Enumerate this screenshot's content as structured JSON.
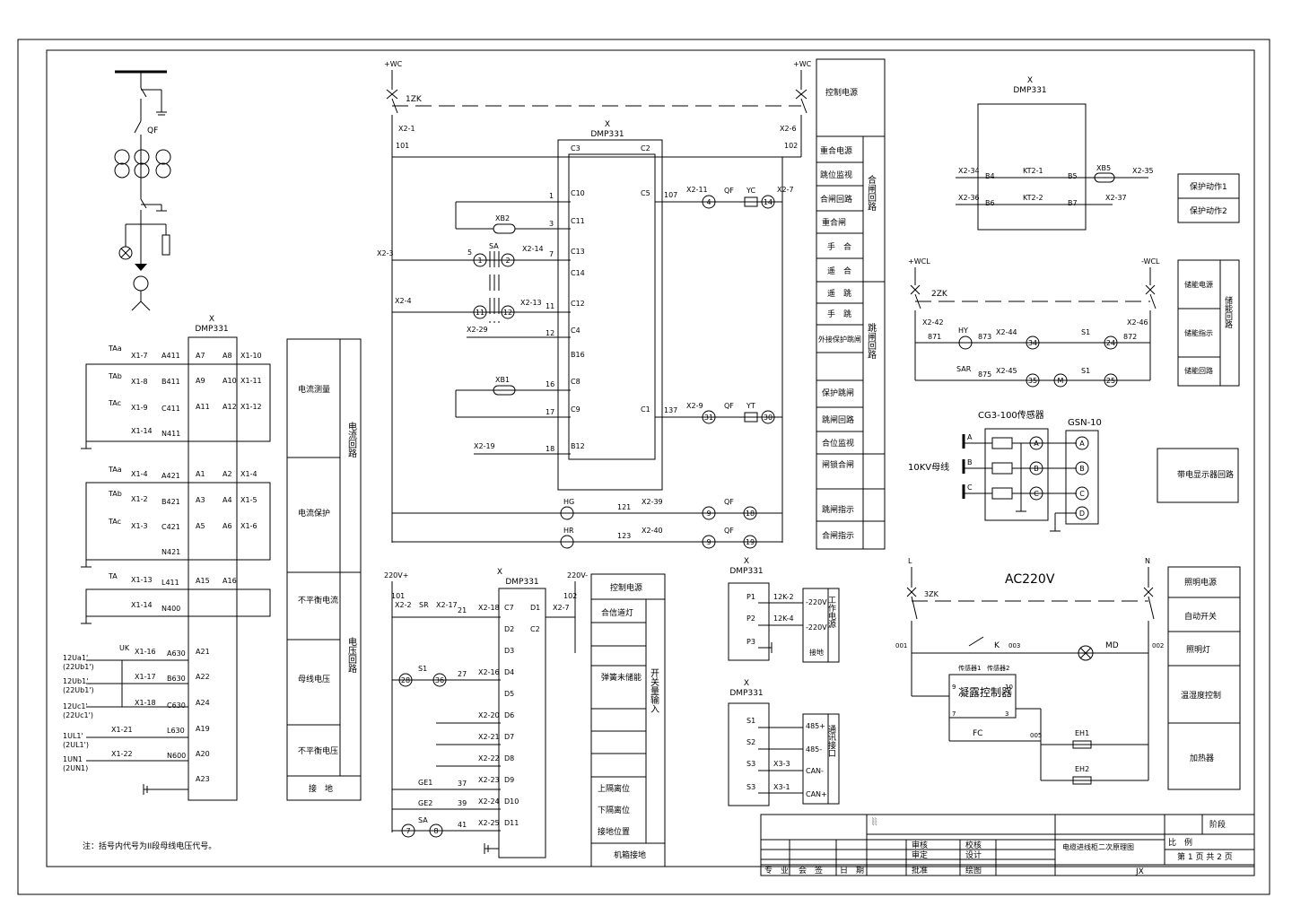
{
  "device": "DMP331",
  "device_prefix": "X",
  "control_panel": {
    "top_left_bus": "+WC",
    "top_right_bus": "+WC",
    "breaker": "1ZK",
    "term_left": "X2-1",
    "term_right": "X2-6",
    "node_left": "101",
    "node_right": "102",
    "pins_left": [
      "C3",
      "C10",
      "C11",
      "C13",
      "C14",
      "C12",
      "C4",
      "B16",
      "C8",
      "C9",
      "B12"
    ],
    "pins_right": [
      "C2",
      "C5",
      "C1"
    ],
    "wire_nums_left": [
      "1",
      "3",
      "7",
      "11",
      "12",
      "16",
      "17",
      "18"
    ],
    "sa": "SA",
    "xb2": "XB2",
    "xb1": "XB1",
    "x2_3": "X2-3",
    "x2_4": "X2-4",
    "x2_29": "X2-29",
    "x2_19": "X2-19",
    "x2_14": "X2-14",
    "x2_13": "X2-13",
    "circle_1": "1",
    "circle_2": "2",
    "circle_11": "11",
    "circle_12": "12",
    "wire_5": "5",
    "close_row": {
      "wire": "107",
      "term": "X2-11",
      "c1": "4",
      "qf": "QF",
      "coil": "YC",
      "c2": "14",
      "term2": "X2-7"
    },
    "trip_row": {
      "wire": "137",
      "term": "X2-9",
      "c1": "31",
      "qf": "QF",
      "coil": "YT",
      "c2": "30"
    },
    "hg_row": {
      "lamp": "HG",
      "wire": "121",
      "term": "X2-39",
      "c1": "9",
      "qf": "QF",
      "c2": "18"
    },
    "hr_row": {
      "lamp": "HR",
      "wire": "123",
      "term": "X2-40",
      "c1": "9",
      "qf": "QF",
      "c2": "19"
    },
    "func_labels": [
      "控制电源",
      "重合电源",
      "跳位监视",
      "合闸回路",
      "重合闸",
      "手　合",
      "遥　合",
      "遥　跳",
      "手　跳",
      "外接保护跳闸",
      "保护跳闸",
      "跳闸回路",
      "合位监视",
      "闸锁合闸",
      "跳闸指示",
      "合闸指示"
    ],
    "group_close": "合闸回路",
    "group_trip": "跳闸回路"
  },
  "protection_relay": {
    "terms": [
      "X2-34",
      "X2-36"
    ],
    "pins_a": [
      "B4",
      "KT2-1",
      "B5"
    ],
    "pins_b": [
      "B6",
      "KT2-2",
      "B7"
    ],
    "xb": "XB5",
    "out_terms": [
      "X2-35",
      "X2-37"
    ],
    "labels": [
      "保护动作1",
      "保护动作2"
    ]
  },
  "energy_storage": {
    "bus_left": "+WCL",
    "bus_right": "-WCL",
    "breaker": "2ZK",
    "term_left": "X2-42",
    "term_right": "X2-46",
    "row1": [
      "871",
      "HY",
      "873",
      "X2-44",
      "34",
      "S1",
      "24",
      "872"
    ],
    "row2": [
      "SAR",
      "875",
      "X2-45",
      "35",
      "M",
      "S1",
      "25"
    ],
    "labels": [
      "储能电源",
      "储能指示",
      "储能回路"
    ],
    "group": "储能回路"
  },
  "sensors": {
    "title1": "CG3-100传感器",
    "title2": "GSN-10",
    "bus": "10KV母线",
    "phases": [
      "A",
      "B",
      "C"
    ],
    "circles": [
      "A",
      "B",
      "C"
    ],
    "gsn": [
      "A",
      "B",
      "C",
      "D"
    ],
    "label": "带电显示器回路"
  },
  "current_section": {
    "rows_top": [
      [
        "TAa",
        "X1-7",
        "A411",
        "A7",
        "A8",
        "X1-10"
      ],
      [
        "TAb",
        "X1-8",
        "B411",
        "A9",
        "A10",
        "X1-11"
      ],
      [
        "TAc",
        "X1-9",
        "C411",
        "A11",
        "A12",
        "X1-12"
      ],
      [
        "",
        "X1-14",
        "N411",
        "",
        "",
        ""
      ]
    ],
    "rows_mid": [
      [
        "TAa",
        "X1-4",
        "A421",
        "A1",
        "A2",
        "X1-4"
      ],
      [
        "TAb",
        "X1-2",
        "B421",
        "A3",
        "A4",
        "X1-5"
      ],
      [
        "TAc",
        "X1-3",
        "C421",
        "A5",
        "A6",
        "X1-6"
      ],
      [
        "",
        "",
        "N421",
        "",
        "",
        ""
      ]
    ],
    "rows_zero": [
      [
        "TA",
        "X1-13",
        "L411",
        "A15",
        "A16",
        ""
      ],
      [
        "",
        "X1-14",
        "N400",
        "",
        "",
        ""
      ]
    ],
    "voltage_rows": [
      [
        "12Ua1'",
        "(22Ub1')",
        "UK",
        "X1-16",
        "A630",
        "A21"
      ],
      [
        "12Ub1'",
        "(22Ub1')",
        "",
        "X1-17",
        "B630",
        "A22"
      ],
      [
        "12Uc1'",
        "(22Uc1')",
        "",
        "X1-18",
        "C630",
        "A24"
      ],
      [
        "1UL1'",
        "(2UL1')",
        "",
        "X1-21",
        "L630",
        "A19"
      ],
      [
        "1UN1",
        "(2UN1)",
        "",
        "X1-22",
        "N600",
        "A20"
      ],
      [
        "",
        "",
        "",
        "",
        "",
        "A23"
      ]
    ],
    "labels": [
      "电流测量",
      "电流保护",
      "不平衡电流",
      "母线电压",
      "不平衡电压",
      "接　地"
    ],
    "group1": "电流回路",
    "group2": "电压回路",
    "note": "注：括号内代号为II段母线电压代号。"
  },
  "digital_inputs": {
    "bus_left": "220V+",
    "bus_right": "220V-",
    "node_left": "101",
    "node_right": "102",
    "term_left": "X2-2",
    "sr": "SR",
    "x2_17": "X2-17",
    "wire21": "21",
    "s1": "S1",
    "c28": "28",
    "c36": "36",
    "wire27": "27",
    "ge1": "GE1",
    "ge2": "GE2",
    "sa": "SA",
    "w37": "37",
    "w39": "39",
    "w41": "41",
    "c7": "7",
    "c8": "8",
    "terms": [
      "X2-18",
      "X2-16",
      "X2-20",
      "X2-21",
      "X2-22",
      "X2-23",
      "X2-24",
      "X2-25"
    ],
    "pins": [
      "C7",
      "D2",
      "D3",
      "D4",
      "D5",
      "D6",
      "D7",
      "D8",
      "D9",
      "D10",
      "D11"
    ],
    "right_pins": [
      "D1",
      "C2"
    ],
    "x2_7": "X2-7",
    "labels": [
      "控制电源",
      "合信道灯",
      "弹簧未储能",
      "上隔离位",
      "下隔离位",
      "接地位置",
      "机箱接地"
    ],
    "group": "开关量输入"
  },
  "aux_power": {
    "pins": [
      "P1",
      "P2",
      "P3"
    ],
    "terms": [
      "12K-2",
      "12K-4"
    ],
    "labels": [
      "-220V",
      "-220V",
      "接地"
    ],
    "group": "工作电源"
  },
  "comm": {
    "pins": [
      "S1",
      "S2",
      "S3",
      "S3"
    ],
    "terms": [
      "X3-3",
      "X3-1"
    ],
    "labels": [
      "485+",
      "485-",
      "CAN-",
      "CAN+"
    ],
    "group": "通讯接口"
  },
  "lighting": {
    "title": "AC220V",
    "l": "L",
    "n": "N",
    "breaker": "3ZK",
    "n1": "001",
    "n2": "003",
    "n3": "002",
    "k": "K",
    "md": "MD",
    "ctrl": "凝露控制器",
    "sensor1": "传感器1",
    "sensor2": "传感器2",
    "pins_l": [
      "9",
      "7"
    ],
    "pins_r": [
      "10",
      "3"
    ],
    "fc": "FC",
    "n4": "005",
    "eh1": "EH1",
    "eh2": "EH2",
    "labels": [
      "照明电源",
      "自动开关",
      "照明灯",
      "温湿度控制",
      "加热器"
    ]
  },
  "title_block": {
    "mark": "░",
    "stage": "阶段",
    "drawing_title": "电缆进线柜二次原理图",
    "scale": "比　例",
    "sheet": "第 1 页 共 2 页",
    "code": "JX",
    "rows": [
      [
        "审核",
        "校核"
      ],
      [
        "审定",
        "设计"
      ],
      [
        "批准",
        "绘图"
      ]
    ],
    "footer": [
      "专　业",
      "会　签",
      "日　期"
    ]
  }
}
